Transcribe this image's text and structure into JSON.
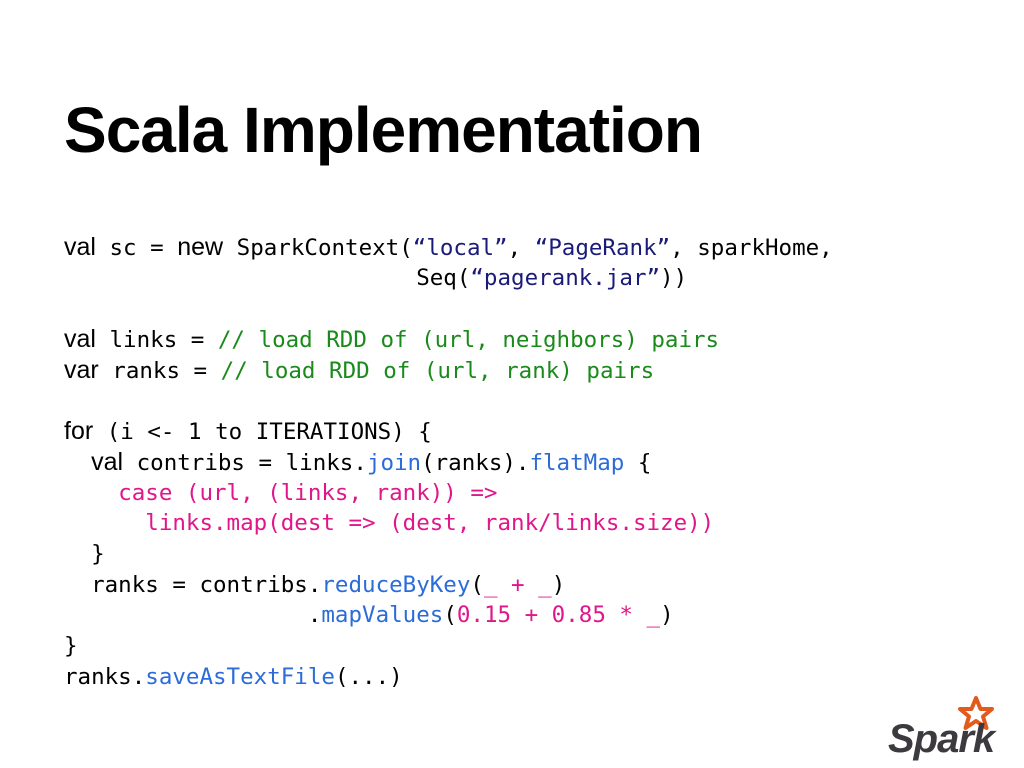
{
  "slide": {
    "title": "Scala Implementation"
  },
  "code": {
    "lines": [
      [
        {
          "t": "val",
          "c": "kw"
        },
        {
          "t": " sc = "
        },
        {
          "t": "new",
          "c": "kw"
        },
        {
          "t": " SparkContext("
        },
        {
          "t": "“local”",
          "c": "str"
        },
        {
          "t": ", "
        },
        {
          "t": "“PageRank”",
          "c": "str"
        },
        {
          "t": ", sparkHome,"
        }
      ],
      [
        {
          "t": "                          Seq("
        },
        {
          "t": "“pagerank.jar”",
          "c": "str"
        },
        {
          "t": "))"
        }
      ],
      [],
      [
        {
          "t": "val",
          "c": "kw"
        },
        {
          "t": " links = "
        },
        {
          "t": "// load RDD of (url, neighbors) pairs",
          "c": "cmt"
        }
      ],
      [
        {
          "t": "var",
          "c": "kw"
        },
        {
          "t": " ranks = "
        },
        {
          "t": "// load RDD of (url, rank) pairs",
          "c": "cmt"
        }
      ],
      [],
      [
        {
          "t": "for",
          "c": "kw"
        },
        {
          "t": " (i <- 1 to ITERATIONS) {"
        }
      ],
      [
        {
          "t": "  "
        },
        {
          "t": "val",
          "c": "kw"
        },
        {
          "t": " contribs = links."
        },
        {
          "t": "join",
          "c": "mth"
        },
        {
          "t": "(ranks)."
        },
        {
          "t": "flatMap",
          "c": "mth"
        },
        {
          "t": " {"
        }
      ],
      [
        {
          "t": "    "
        },
        {
          "t": "case (url, (links, rank)) =>",
          "c": "mag"
        }
      ],
      [
        {
          "t": "      "
        },
        {
          "t": "links.map(dest => (dest, rank/links.size))",
          "c": "mag"
        }
      ],
      [
        {
          "t": "  }"
        }
      ],
      [
        {
          "t": "  ranks = contribs."
        },
        {
          "t": "reduceByKey",
          "c": "mth"
        },
        {
          "t": "("
        },
        {
          "t": "_ + _",
          "c": "mag"
        },
        {
          "t": ")"
        }
      ],
      [
        {
          "t": "                  ."
        },
        {
          "t": "mapValues",
          "c": "mth"
        },
        {
          "t": "("
        },
        {
          "t": "0.15 + 0.85 * _",
          "c": "mag"
        },
        {
          "t": ")"
        }
      ],
      [
        {
          "t": "}"
        }
      ],
      [
        {
          "t": "ranks."
        },
        {
          "t": "saveAsTextFile",
          "c": "mth"
        },
        {
          "t": "(...)"
        }
      ]
    ]
  },
  "logo": {
    "text": "Spark",
    "icon": "spark-star-icon",
    "star_color": "#e25a1c",
    "text_color": "#3c3a3e"
  },
  "colors": {
    "string": "#1a1a7a",
    "comment": "#1a8a1a",
    "method": "#2b6cd9",
    "expression": "#e0168a"
  }
}
